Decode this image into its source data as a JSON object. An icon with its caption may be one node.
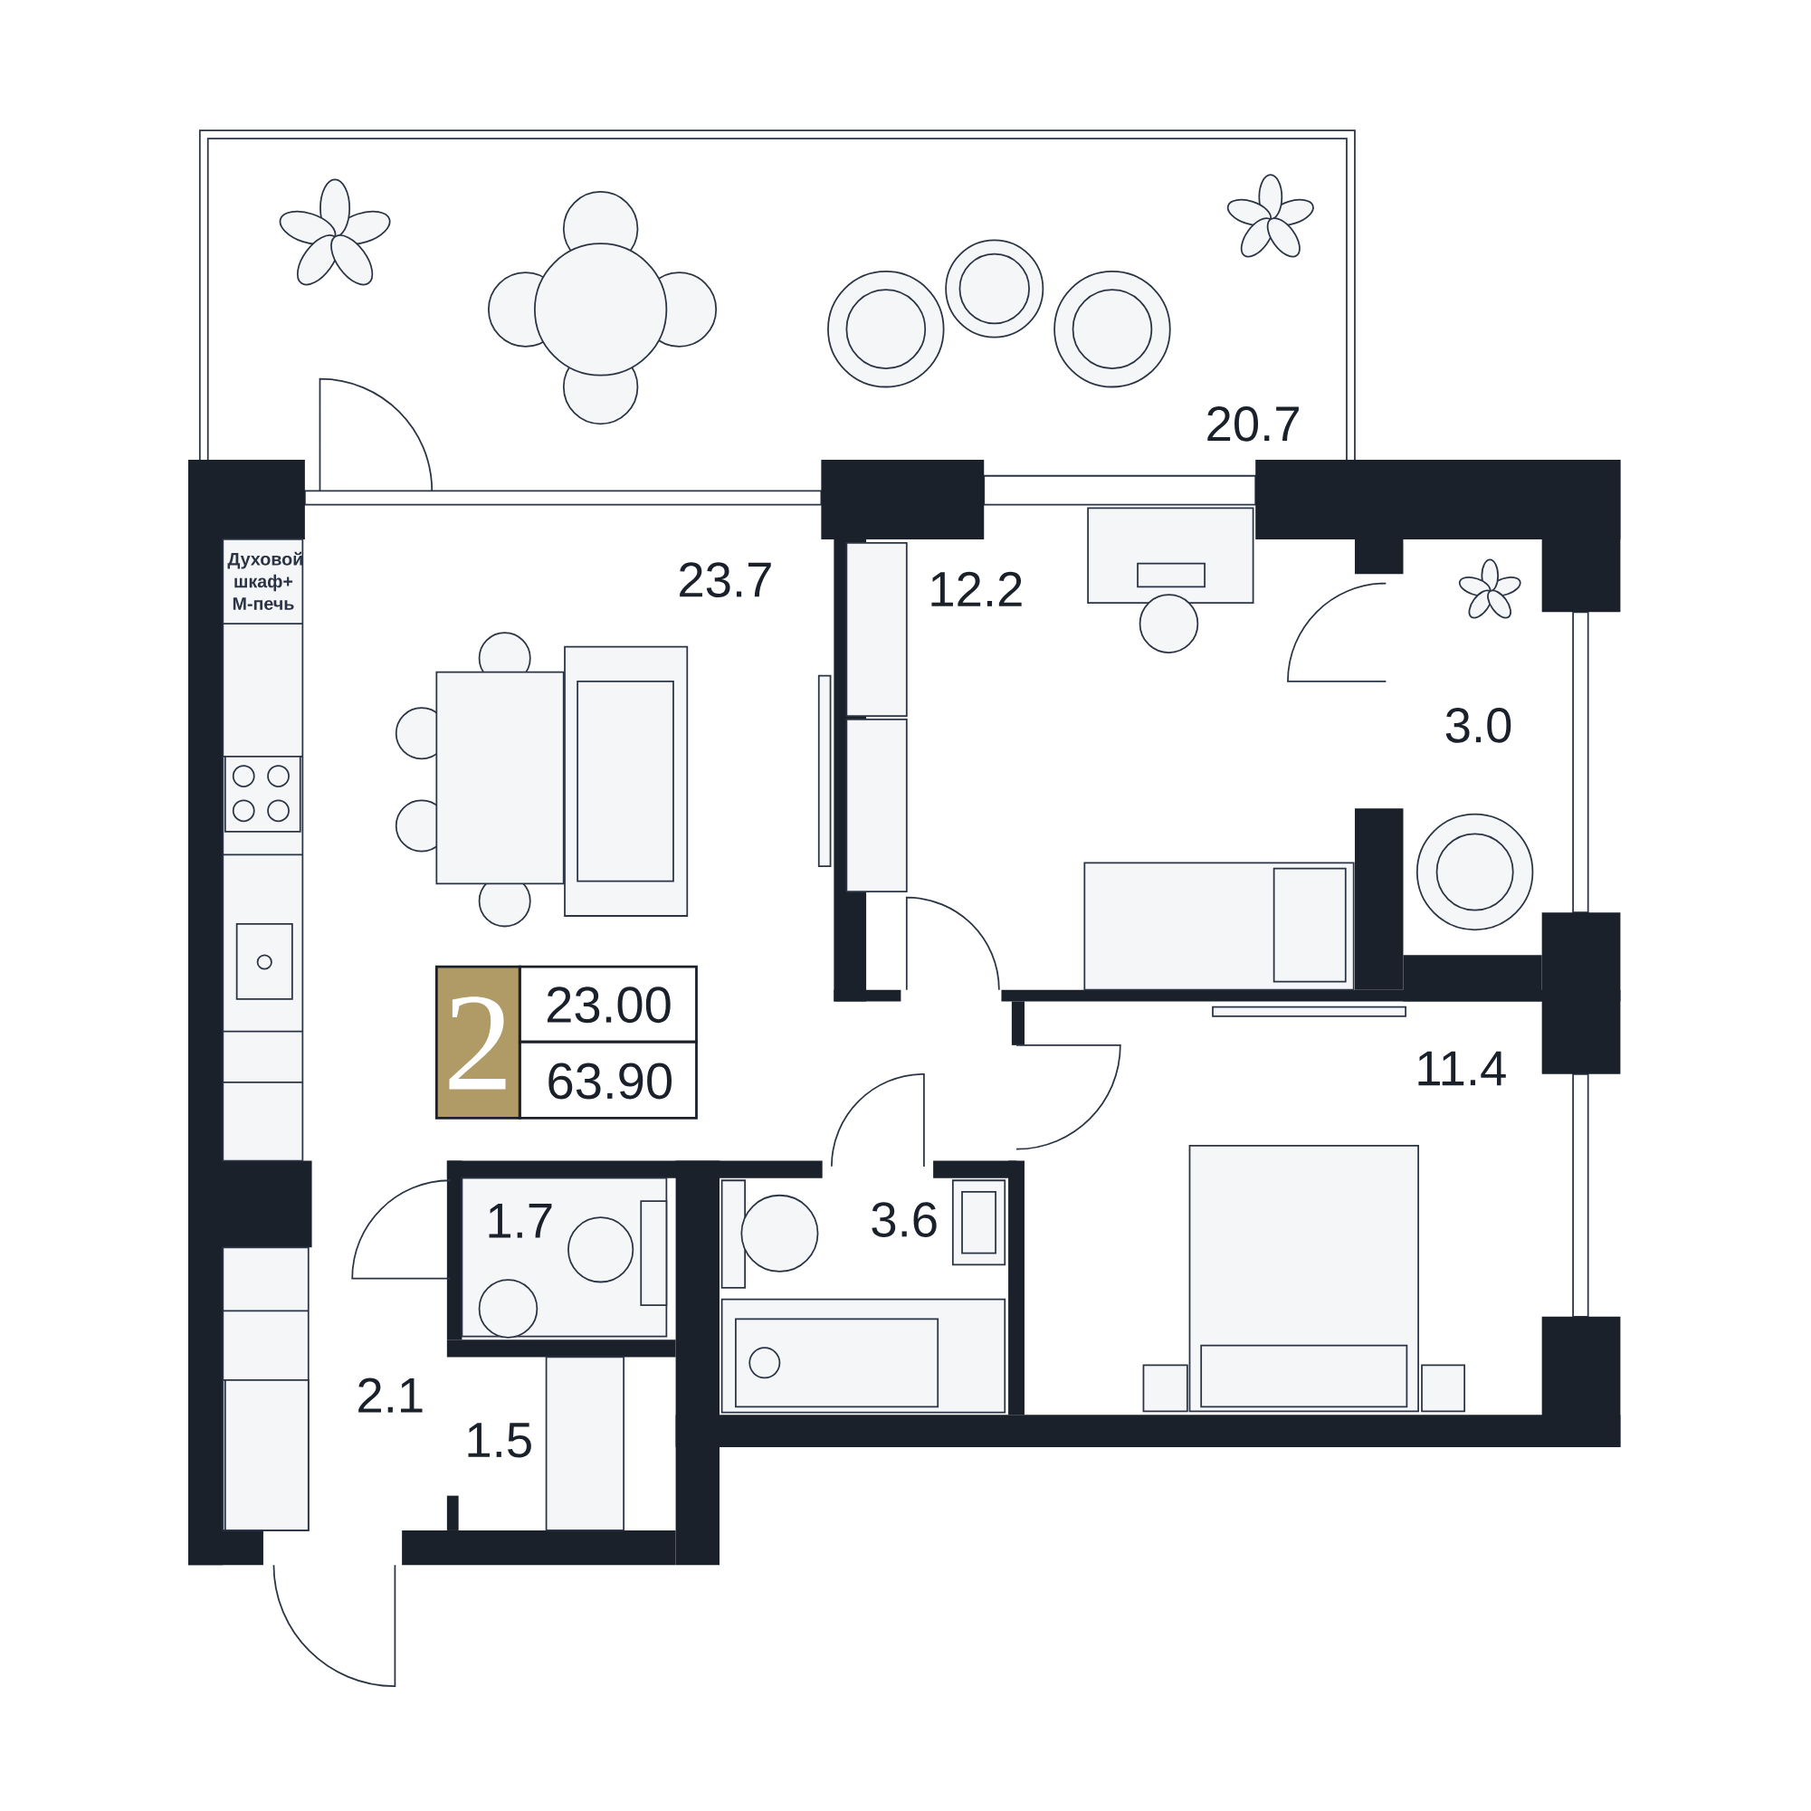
{
  "diagram": {
    "labels": [
      "Духовой шкаф+ М-печь",
      "20.7",
      "23.7",
      "12.2",
      "3.0",
      "11.4",
      "2",
      "23.00",
      "63.90",
      "1.7",
      "3.6",
      "2.1",
      "1.5"
    ]
  }
}
